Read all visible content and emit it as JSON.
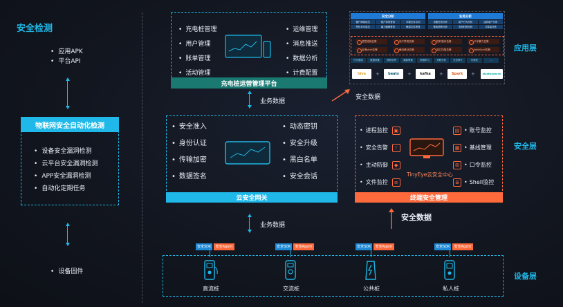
{
  "left": {
    "title": "安全检测",
    "top_items": [
      "应用APK",
      "平台API"
    ],
    "box_title": "物联网安全自动化检测",
    "box_items": [
      "设备安全漏洞检测",
      "云平台安全漏洞检测",
      "APP安全漏洞检测",
      "自动化定期任务"
    ],
    "bottom_items": [
      "设备固件"
    ]
  },
  "platform": {
    "left_items": [
      "充电桩管理",
      "用户管理",
      "账单管理",
      "活动管理"
    ],
    "right_items": [
      "运维管理",
      "消息推送",
      "数据分析",
      "计费配置"
    ],
    "bar_label": "充电桩运营管理平台"
  },
  "flows": {
    "business_data_top": "业务数据",
    "business_data_bottom": "业务数据",
    "security_data_small": "安全数据",
    "security_data_big": "安全数据"
  },
  "app_layer": {
    "label": "应用层",
    "panel_left": {
      "title": "安全分析",
      "cells": [
        "僵尸网络攻击",
        "账户异常登录",
        "可疑文件访问",
        "挖矿木马攻击",
        "暴力破解登录",
        "敏感文件修改"
      ]
    },
    "panel_right": {
      "title": "业务分析",
      "cells": [
        "设备在线分析",
        "用户行为分析",
        "活跃用户分析",
        "营收趋势分析",
        "充电时段分析",
        "订单量分析"
      ]
    },
    "alerts": [
      "恶意进程告警",
      "用户异常告警",
      "挖矿程序告警",
      "口令暴力告警",
      "反弹shell告警",
      "横向移动告警",
      "端口扫描告警",
      "WebShell告警"
    ],
    "tags": [
      "行为基线",
      "数据采集",
      "规则引擎",
      "威胁情报",
      "机器学习",
      "关联分析",
      "日志审计",
      "可视化",
      "..."
    ],
    "logos": [
      "hive",
      "beats",
      "kafka",
      "Spark",
      "elasticsearch"
    ]
  },
  "security_layer": {
    "label": "安全层",
    "gateway": {
      "left_items": [
        "安全准入",
        "身份认证",
        "传输加密",
        "数据签名"
      ],
      "right_items": [
        "动态密钥",
        "安全升级",
        "黑白名单",
        "安全会话"
      ],
      "bar_label": "云安全网关"
    },
    "terminal": {
      "left_items": [
        "进程监控",
        "安全告警",
        "主动防御",
        "文件监控"
      ],
      "right_items": [
        "账号监控",
        "基线管理",
        "口令监控",
        "Shell监控"
      ],
      "center_label": "TinyEye云安全中心",
      "bar_label": "终端安全管理"
    }
  },
  "device_layer": {
    "label": "设备层",
    "badge_sdk": "安全SDK",
    "badge_agent": "安全Agent",
    "devices": [
      {
        "name": "直流桩"
      },
      {
        "name": "交流桩"
      },
      {
        "name": "公共桩"
      },
      {
        "name": "私人桩"
      }
    ]
  },
  "colors": {
    "cyan": "#1fb8e8",
    "orange": "#ff6a3d",
    "teal": "#1a7a72",
    "background": "#12161f"
  }
}
